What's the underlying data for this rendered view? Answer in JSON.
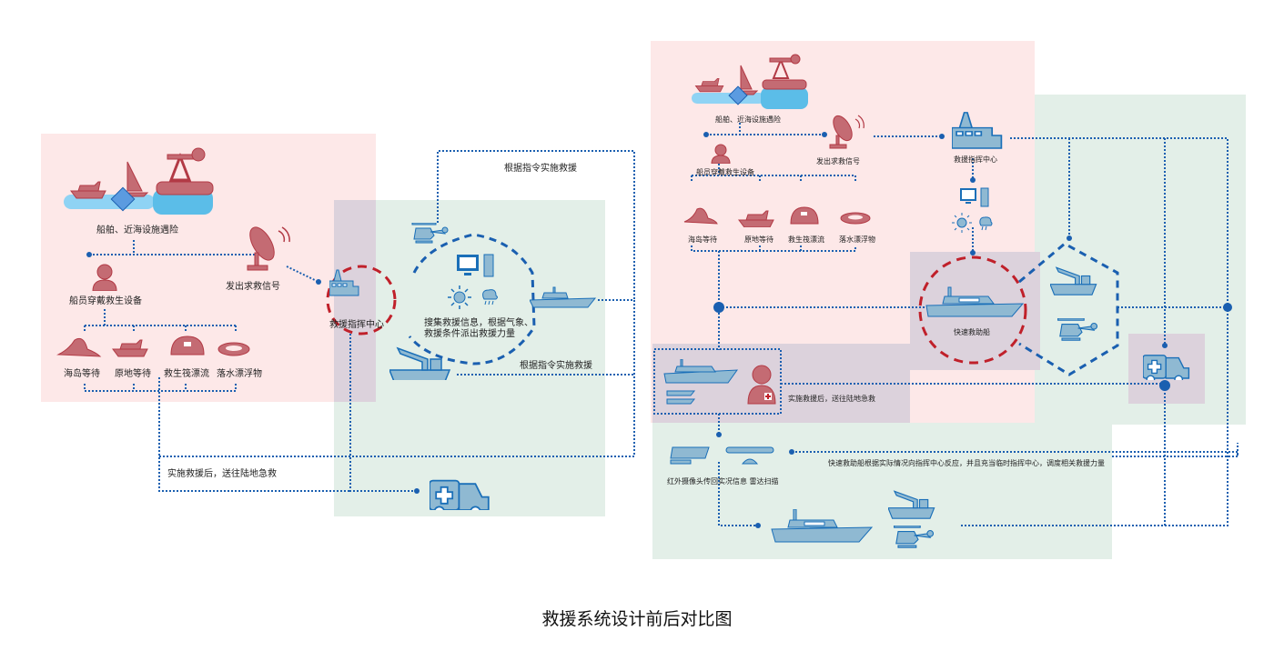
{
  "title": "救援系统设计前后对比图",
  "colors": {
    "pink_region": "#fde8e8",
    "green_region": "#e3efe8",
    "purple_region": "#dcd2dc",
    "red_icon": "#c0404a",
    "blue_icon": "#1a6fb8",
    "blue_icon_fill": "#8fb9d2",
    "red_dash": "#c0202a",
    "blue_line": "#1a5fb0"
  },
  "before": {
    "incident_label": "船舶、近海设施遇险",
    "signal_label": "发出求救信号",
    "crew_label": "船员穿戴救生设备",
    "options": [
      {
        "label": "海岛等待",
        "icon": "island-icon"
      },
      {
        "label": "原地等待",
        "icon": "boat-icon"
      },
      {
        "label": "救生筏漂流",
        "icon": "liferaft-icon"
      },
      {
        "label": "落水漂浮物",
        "icon": "lifebuoy-icon"
      }
    ],
    "command_center_label": "救援指挥中心",
    "info_label_line1": "搜集救援信息，根据气象、",
    "info_label_line2": "救援条件派出救援力量",
    "instruction_top": "根据指令实施救援",
    "instruction_bottom": "根据指令实施救援",
    "after_rescue_label": "实施救援后，送往陆地急救"
  },
  "after": {
    "incident_label": "船舶、近海设施遇险",
    "signal_label": "发出求救信号",
    "crew_label": "船员穿戴救生设备",
    "options": [
      {
        "label": "海岛等待",
        "icon": "island-icon"
      },
      {
        "label": "原地等待",
        "icon": "boat-icon"
      },
      {
        "label": "救生筏漂流",
        "icon": "liferaft-icon"
      },
      {
        "label": "落水漂浮物",
        "icon": "lifebuoy-icon"
      }
    ],
    "command_center_label": "救援指挥中心",
    "fast_boat_label": "快速救助船",
    "after_rescue_label": "实施救援后，送往陆地急救",
    "sensor_label": "红外摄像头传回实况信息 雷达扫描",
    "feedback_label": "快速救助船根据实际情况向指挥中心反应，并且充当临时指挥中心，调度相关救援力量"
  }
}
